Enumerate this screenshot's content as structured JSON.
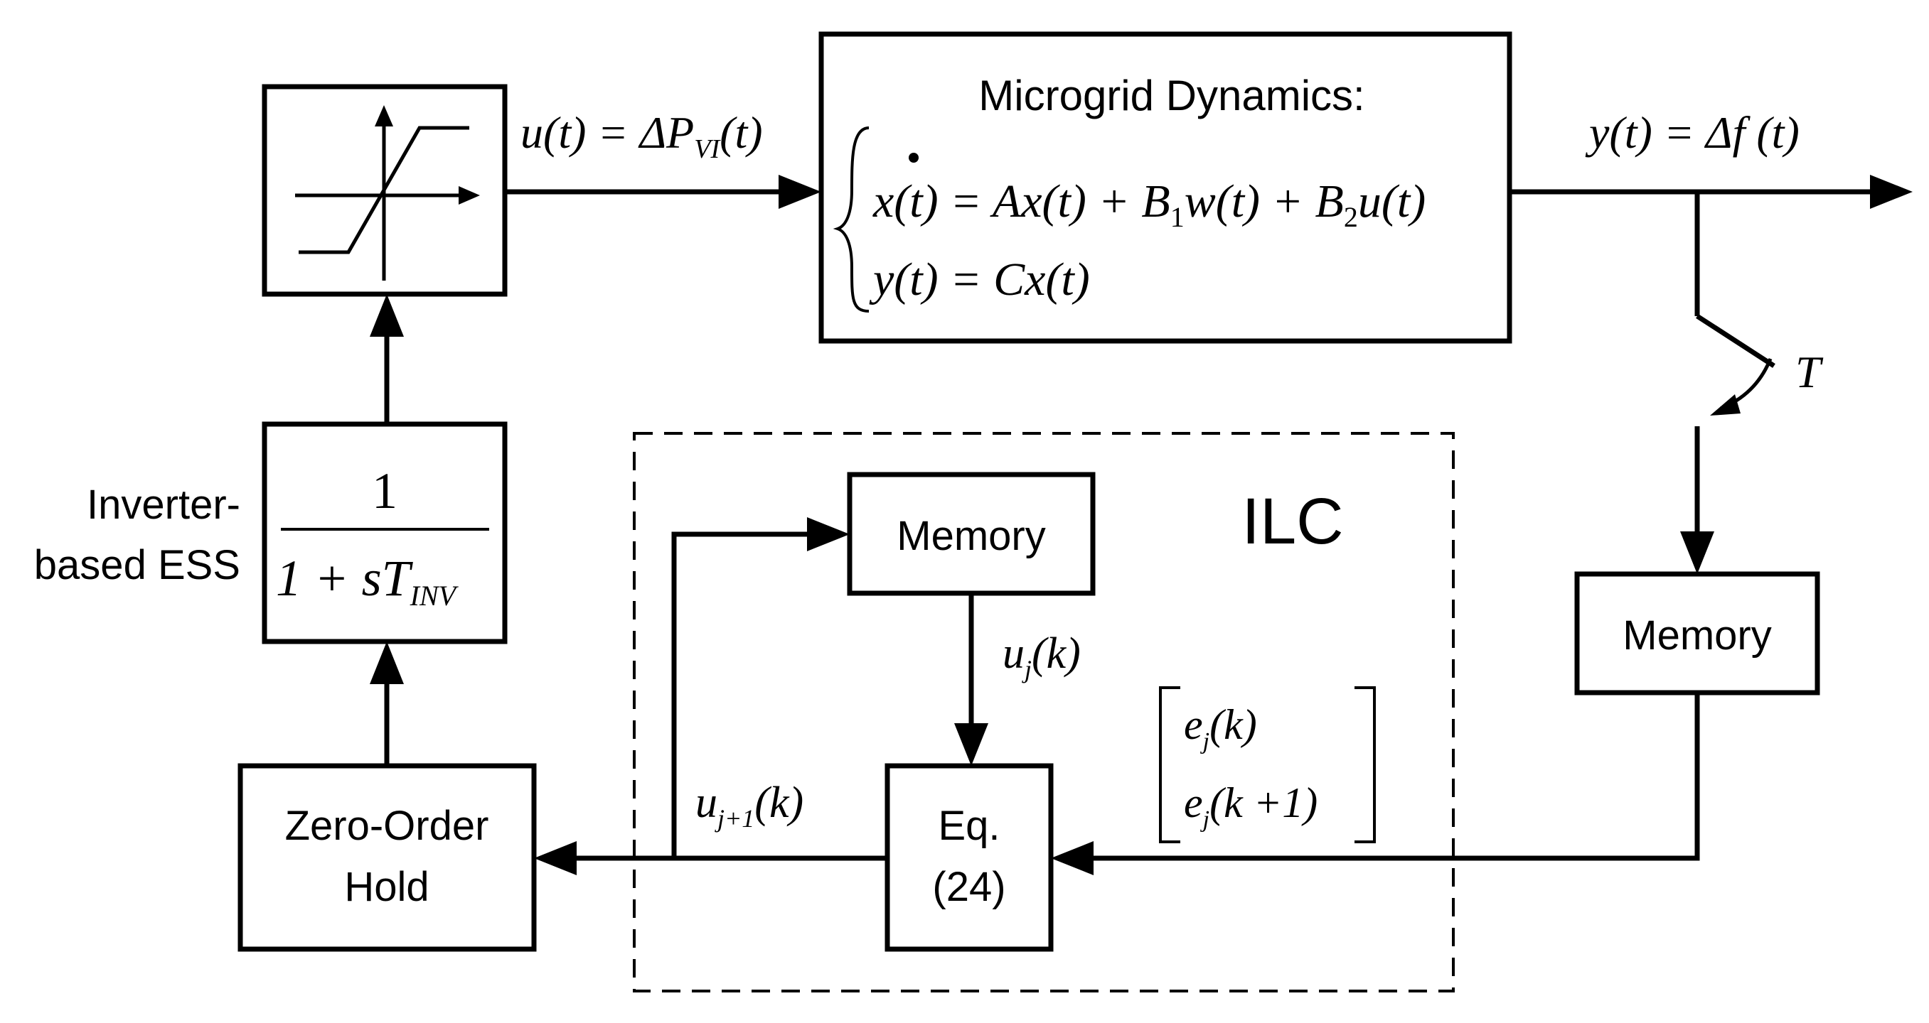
{
  "blocks": {
    "microgrid": {
      "title": "Microgrid Dynamics:",
      "state_eq": "x(t) = Ax(t) + B",
      "state_eq_sub1": "1",
      "state_eq_mid": "w(t) + B",
      "state_eq_sub2": "2",
      "state_eq_end": "u(t)",
      "output_eq": "y(t) = Cx(t)"
    },
    "inverter": {
      "label_line1": "Inverter-",
      "label_line2": "based ESS",
      "numerator": "1",
      "denominator": "1 + sT",
      "denominator_sub": "INV"
    },
    "zoh": {
      "line1": "Zero-Order",
      "line2": "Hold"
    },
    "memory_ilc": {
      "label": "Memory"
    },
    "memory_right": {
      "label": "Memory"
    },
    "eq24": {
      "line1": "Eq.",
      "line2": "(24)"
    },
    "ilc": {
      "label": "ILC"
    }
  },
  "signals": {
    "u_main": "u(t) = ΔP",
    "u_main_sub": "VI",
    "u_main_end": "(t)",
    "y_main": "y(t) = Δf (t)",
    "sampler": "T",
    "uj": "u",
    "uj_sub": "j",
    "uj_end": "(k)",
    "uj1": "u",
    "uj1_sub": "j+1",
    "uj1_end": "(k)",
    "ej_a": "e",
    "ej_a_sub": "j",
    "ej_a_end": "(k)",
    "ej_b": "e",
    "ej_b_sub": "j",
    "ej_b_end": "(k +1)"
  }
}
